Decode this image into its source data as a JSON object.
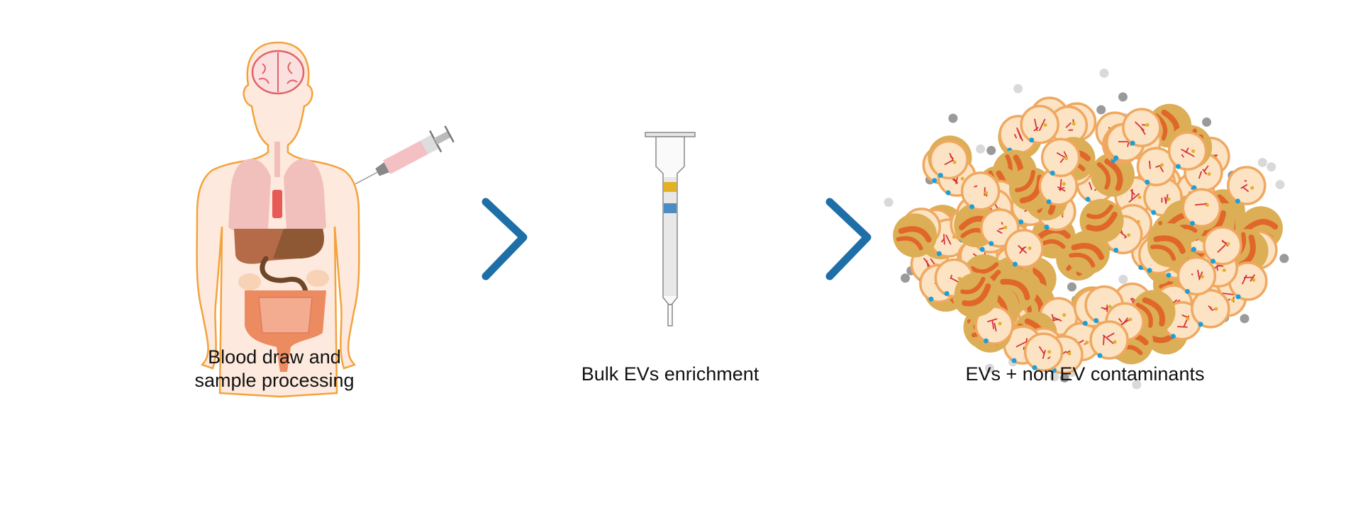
{
  "steps": [
    {
      "label_line1": "Blood draw and",
      "label_line2": "sample processing",
      "icon": "human-body-with-syringe"
    },
    {
      "label": "Bulk EVs enrichment",
      "icon": "chromatography-column"
    },
    {
      "label": "EVs + non EV contaminants",
      "icon": "ev-particle-cluster"
    }
  ],
  "colors": {
    "body_fill": "#fde9dd",
    "body_outline": "#f4a23c",
    "chevron": "#1e6fa8",
    "column_yellow": "#e4b124",
    "column_blue": "#4a8cc4",
    "ev_fill": "#fbe3c3",
    "ev_rim": "#f0a860",
    "lipoprotein": "#dcae55",
    "lipoprotein_stripe": "#e0662a",
    "dot_light": "#d9d9d9",
    "dot_dark": "#9a9a9a"
  }
}
